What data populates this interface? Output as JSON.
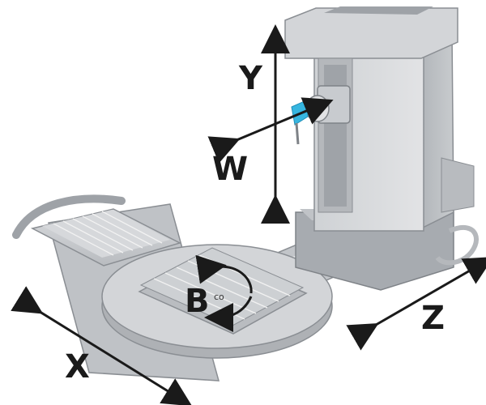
{
  "labels": {
    "y": "Y",
    "w": "W",
    "x": "X",
    "z": "Z",
    "b": "B",
    "b_small": "co"
  },
  "colors": {
    "machine_body": "#d7d9dc",
    "machine_light": "#e6e7e9",
    "machine_dark": "#a9adb2",
    "machine_edge": "#8a8e93",
    "table_top": "#cfd1d4",
    "table_slots": "#eeeeee",
    "rail": "#b7babd",
    "accent_tool": "#36b6e0",
    "arrow": "#1a1a1a"
  },
  "icons": {
    "rotation_b": "curved-double-arrow-icon",
    "rotation_table": "curved-arrow-icon"
  }
}
